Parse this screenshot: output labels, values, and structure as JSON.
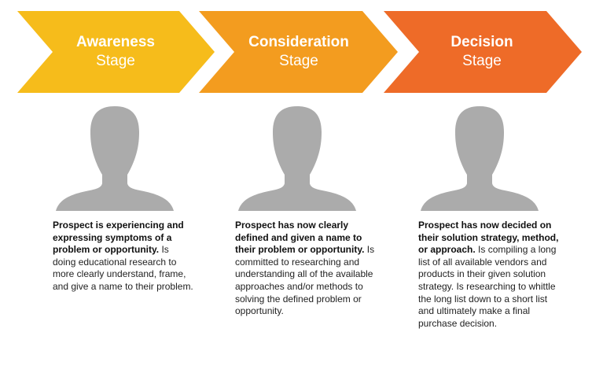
{
  "stages": [
    {
      "title": "Awareness",
      "subtitle": "Stage",
      "color": "#F6BC1B",
      "bold_text": "Prospect is experiencing and expressing symptoms of a problem or opportunity.",
      "body_text": " Is doing educational research to more clearly understand, frame, and give a name to their problem."
    },
    {
      "title": "Consideration",
      "subtitle": "Stage",
      "color": "#F39C1F",
      "bold_text": "Prospect has now clearly defined and given a name to their problem or opportunity.",
      "body_text": " Is committed to researching and understanding all of the available approaches and/or methods to solving the defined problem or opportunity."
    },
    {
      "title": "Decision",
      "subtitle": "Stage",
      "color": "#EE6B28",
      "bold_text": "Prospect has now decided on their solution strategy, method, or approach.",
      "body_text": " Is compiling a long list of all available vendors and products in their given solution strategy. Is researching to whittle the long list down to a short list and ultimately make a final purchase decision."
    }
  ],
  "icons": {
    "person": "person-silhouette-icon",
    "person_color": "#ABABAB"
  }
}
